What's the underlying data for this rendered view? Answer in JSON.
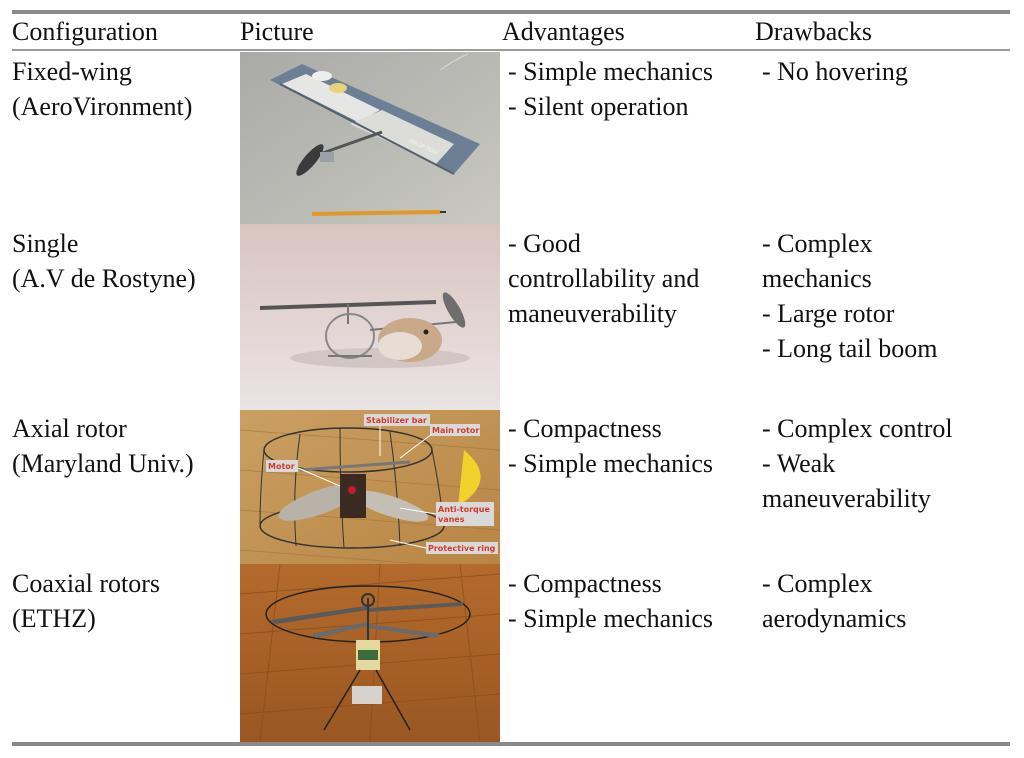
{
  "table": {
    "headers": [
      "Configuration",
      "Picture",
      "Advantages",
      "Drawbacks"
    ],
    "rows": [
      {
        "configuration": "Fixed-wing\n(AeroVironment)",
        "picture": "fixed-wing-mav-photo",
        "advantages": "- Simple mechanics\n- Silent operation",
        "drawbacks": "- No hovering",
        "picture_text": {
          "label": "WASP MAV"
        }
      },
      {
        "configuration": "Single\n(A.V de Rostyne)",
        "picture": "single-rotor-helicopter-photo",
        "advantages": "- Good\ncontrollability and\nmaneuverability",
        "drawbacks": "- Complex\nmechanics\n- Large rotor\n- Long tail boom"
      },
      {
        "configuration": "Axial rotor\n(Maryland Univ.)",
        "picture": "axial-rotor-photo",
        "advantages": "- Compactness\n- Simple mechanics",
        "drawbacks": "- Complex control\n- Weak\nmaneuverability",
        "picture_text": {
          "stabilizer": "Stabilizer bar",
          "main_rotor": "Main rotor",
          "motor": "Motor",
          "anti_torque_1": "Anti-torque",
          "anti_torque_2": "vanes",
          "ring": "Protective ring"
        }
      },
      {
        "configuration": "Coaxial rotors\n(ETHZ)",
        "picture": "coaxial-rotors-photo",
        "advantages": "- Compactness\n- Simple mechanics",
        "drawbacks": "- Complex\naerodynamics"
      }
    ]
  },
  "colors": {
    "rule": "#8a8a8a",
    "wing": "#6d7f94",
    "wood": "#c8944e",
    "floor": "#a8652c"
  }
}
